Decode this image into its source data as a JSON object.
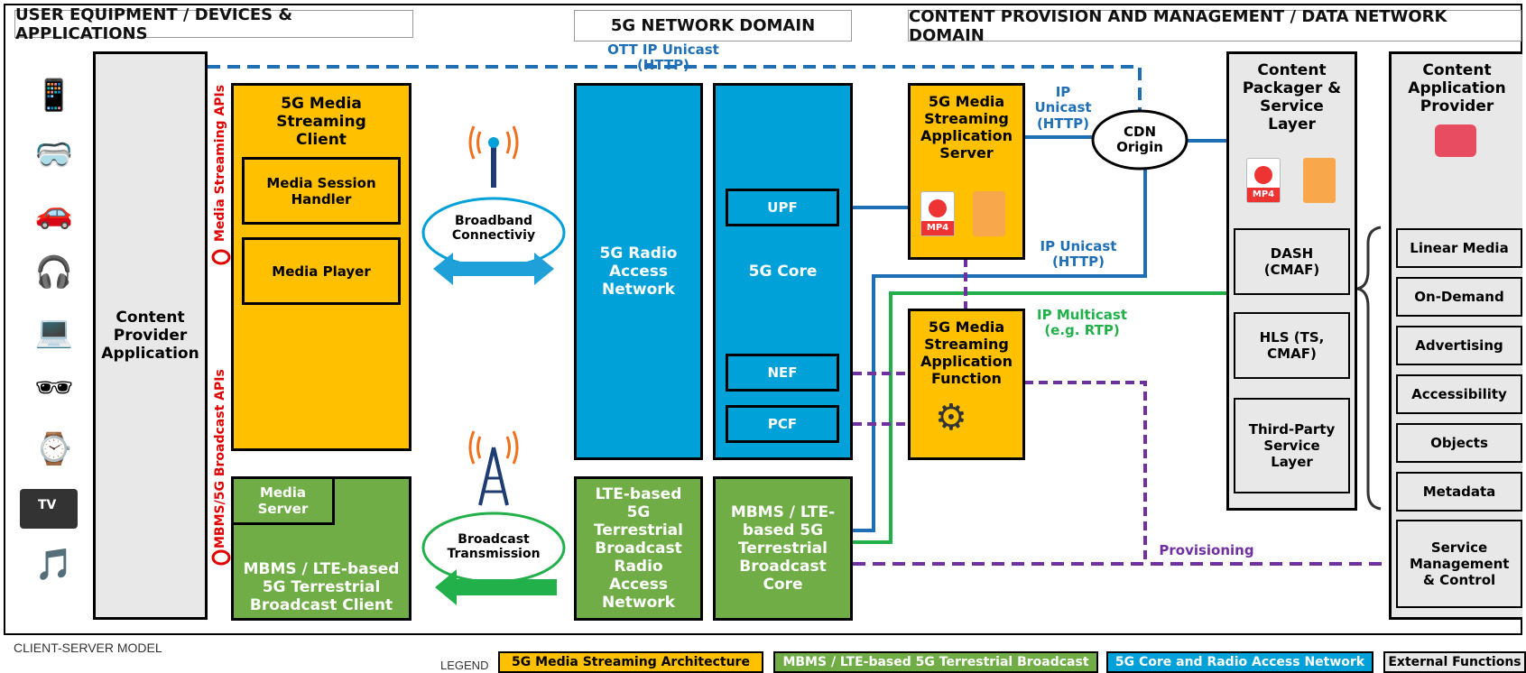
{
  "domains": {
    "user": "USER EQUIPMENT / DEVICES & APPLICATIONS",
    "network": "5G NETWORK DOMAIN",
    "content": "CONTENT PROVISION AND MANAGEMENT / DATA NETWORK DOMAIN"
  },
  "links": {
    "ott": "OTT IP Unicast (HTTP)",
    "ip_unicast_top": "IP Unicast (HTTP)",
    "ip_unicast_mid": "IP Unicast (HTTP)",
    "ip_multicast": "IP Multicast (e.g. RTP)",
    "provisioning": "Provisioning"
  },
  "apis": {
    "media_streaming": "Media Streaming APIs",
    "broadcast": "MBMS/5G Broadcast APIs"
  },
  "boxes": {
    "content_provider_app": "Content Provider Application",
    "ms_client": "5G Media Streaming Client",
    "session_handler": "Media Session Handler",
    "media_player": "Media Player",
    "media_server": "Media Server",
    "mbms_client": "MBMS / LTE-based 5G Terrestrial Broadcast Client",
    "broadband": "Broadband Connectiviy",
    "broadcast_tx": "Broadcast Transmission",
    "ran": "5G Radio Access Network",
    "core": "5G Core",
    "upf": "UPF",
    "nef": "NEF",
    "pcf": "PCF",
    "lte_ran": "LTE-based 5G Terrestrial Broadcast Radio Access Network",
    "mbms_core": "MBMS / LTE-based 5G Terrestrial Broadcast Core",
    "as": "5G Media Streaming Application Server",
    "af": "5G Media Streaming Application Function",
    "cdn": "CDN Origin",
    "mp4": "MP4",
    "packager": "Content Packager & Service Layer",
    "dash": "DASH (CMAF)",
    "hls": "HLS (TS, CMAF)",
    "third_party": "Third-Party Service Layer",
    "cap": "Content Application Provider",
    "linear": "Linear Media",
    "on_demand": "On-Demand",
    "advertising": "Advertising",
    "accessibility": "Accessibility",
    "objects": "Objects",
    "metadata": "Metadata",
    "service_mgmt": "Service Management & Control",
    "tv": "TV"
  },
  "footer": {
    "model": "CLIENT-SERVER MODEL",
    "legend": "LEGEND",
    "ms_arch": "5G Media Streaming Architecture",
    "mbms": "MBMS / LTE-based 5G Terrestrial Broadcast",
    "core_ran": "5G Core and Radio Access Network",
    "external": "External Functions"
  },
  "colors": {
    "yellow": "#ffc000",
    "green": "#70ad47",
    "blue": "#00a0d8",
    "grey": "#e8e8e8",
    "link_blue": "#1f6fb5",
    "link_green": "#22b04b",
    "link_purple": "#7030a0"
  }
}
